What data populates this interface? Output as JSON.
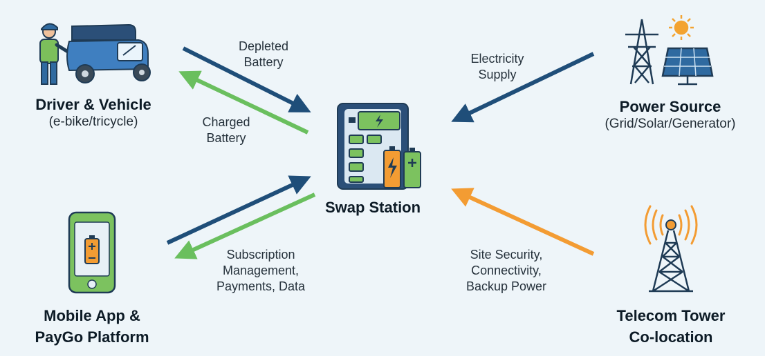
{
  "nodes": {
    "driver": {
      "title": "Driver & Vehicle",
      "subtitle": "(e-bike/tricycle)"
    },
    "power": {
      "title": "Power Source",
      "subtitle": "(Grid/Solar/Generator)"
    },
    "station": {
      "title": "Swap Station"
    },
    "app": {
      "title": "Mobile App &\nPayGo Platform"
    },
    "tower": {
      "title": "Telecom Tower\nCo-location"
    }
  },
  "flows": {
    "depleted": "Depleted\nBattery",
    "charged": "Charged\nBattery",
    "electricity": "Electricity\nSupply",
    "subscription": "Subscription\nManagement,\nPayments, Data",
    "telecom": "Site Security,\nConnectivity,\nBackup Power"
  },
  "colors": {
    "navy": "#1f4e79",
    "green": "#6abf5e",
    "orange": "#f39c33",
    "background": "#eef5f9"
  }
}
